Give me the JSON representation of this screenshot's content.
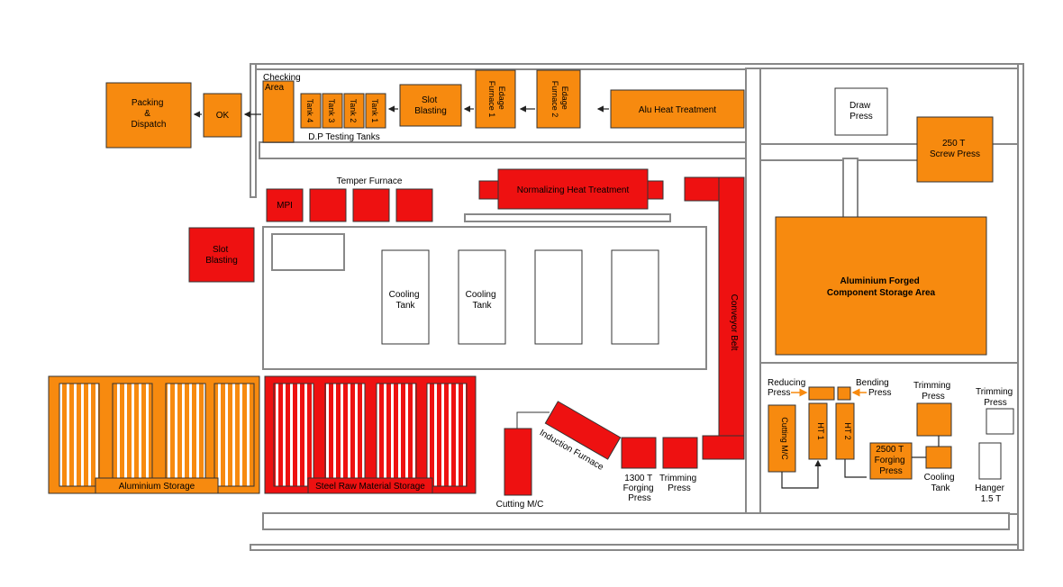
{
  "colors": {
    "orange": "#F78A0F",
    "red": "#EE1111",
    "wall": "#888888",
    "stroke": "#333333",
    "arrow": "#222222",
    "orange_arrow": "#F78A0F"
  },
  "labels": {
    "packing_dispatch": [
      "Packing",
      "&",
      "Dispatch"
    ],
    "ok": "OK",
    "checking_area": [
      "Checking",
      "Area"
    ],
    "tank4": "Tank 4",
    "tank3": "Tank 3",
    "tank2": "Tank 2",
    "tank1": "Tank 1",
    "dp_testing_tanks": "D.P Testing Tanks",
    "slot_blasting_top": [
      "Slot",
      "Blasting"
    ],
    "edage_furnace_1": [
      "Edage",
      "Furnace 1"
    ],
    "edage_furnace_2": [
      "Edage",
      "Furnace 2"
    ],
    "alu_heat_treatment": "Alu Heat Treatment",
    "draw_press": [
      "Draw",
      "Press"
    ],
    "screw_press": [
      "250 T",
      "Screw Press"
    ],
    "mpi": "MPI",
    "temper_furnace": "Temper Furnace",
    "normalizing": "Normalizing Heat Treatment",
    "slot_blasting_left": [
      "Slot",
      "Blasting"
    ],
    "cooling_tank_1": [
      "Cooling",
      "Tank"
    ],
    "cooling_tank_2": [
      "Cooling",
      "Tank"
    ],
    "conveyor_belt": "Conveyor Belt",
    "al_storage_area": [
      "Aluminium Forged",
      "Component Storage Area"
    ],
    "aluminium_storage": "Aluminium Storage",
    "steel_storage": "Steel Raw Material Storage",
    "cutting_mc_main": "Cutting M/C",
    "induction_furnace": "Induction Furnace",
    "forging_press_1300": [
      "1300 T",
      "Forging",
      "Press"
    ],
    "trimming_press_main": [
      "Trimming",
      "Press"
    ],
    "reducing_press": [
      "Reducing",
      "Press"
    ],
    "bending_press": [
      "Bending",
      "Press"
    ],
    "ht1": "HT 1",
    "ht2": "HT 2",
    "cutting_mc_right": "Cutting M/C",
    "forging_press_2500": [
      "2500 T",
      "Forging",
      "Press"
    ],
    "trimming_press_right1": [
      "Trimming",
      "Press"
    ],
    "cooling_tank_right": [
      "Cooling",
      "Tank"
    ],
    "trimming_press_right2": [
      "Trimming",
      "Press"
    ],
    "hanger": [
      "Hanger",
      "1.5 T"
    ]
  }
}
